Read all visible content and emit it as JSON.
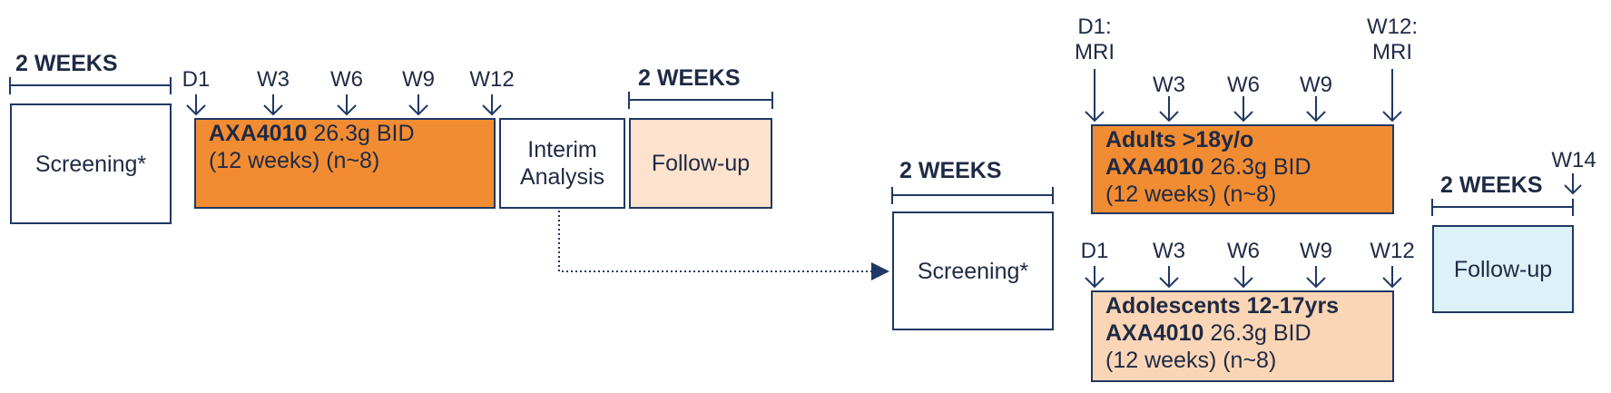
{
  "colors": {
    "navy": "#1f3864",
    "orange": "#f28c32",
    "peach": "#fbd6b6",
    "light_peach": "#fde3cd",
    "light_blue": "#dcf2f8"
  },
  "part1": {
    "screening_period": "2 WEEKS",
    "screening_box": "Screening*",
    "timepoints": [
      "D1",
      "W3",
      "W6",
      "W9",
      "W12"
    ],
    "treatment": {
      "drug": "AXA4010",
      "dose": "26.3g BID",
      "duration": "(12 weeks) (n~8)"
    },
    "interim_line1": "Interim",
    "interim_line2": "Analysis",
    "followup_period": "2 WEEKS",
    "followup_box": "Follow-up"
  },
  "part2": {
    "screening_period": "2 WEEKS",
    "screening_box": "Screening*",
    "adults": {
      "timepoints_top": {
        "d1_line1": "D1:",
        "d1_line2": "MRI",
        "w12_line1": "W12:",
        "w12_line2": "MRI"
      },
      "timepoints_mid": [
        "W3",
        "W6",
        "W9"
      ],
      "group": "Adults >18y/o",
      "drug": "AXA4010",
      "dose": "26.3g BID",
      "duration": "(12 weeks) (n~8)"
    },
    "adolescents": {
      "timepoints": [
        "D1",
        "W3",
        "W6",
        "W9",
        "W12"
      ],
      "group": "Adolescents 12-17yrs",
      "drug": "AXA4010",
      "dose": "26.3g BID",
      "duration": "(12 weeks) (n~8)"
    },
    "followup_period": "2 WEEKS",
    "followup_end": "W14",
    "followup_box": "Follow-up"
  }
}
